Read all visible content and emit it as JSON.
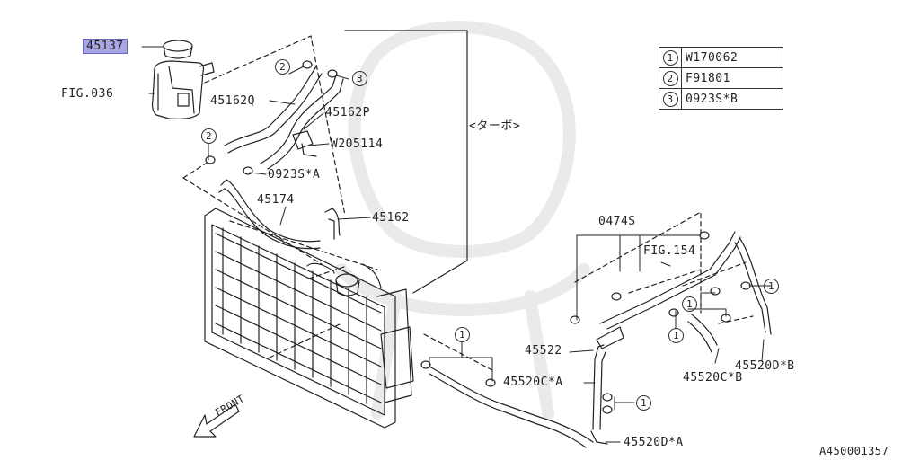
{
  "labels": {
    "highlighted_part": "45137",
    "fig036": "FIG.036",
    "p45162Q": "45162Q",
    "p45162P": "45162P",
    "w205114": "W205114",
    "p0923SA": "0923S*A",
    "p45174": "45174",
    "p45162": "45162",
    "turbo": "<ターボ>",
    "p0474S": "0474S",
    "fig154": "FIG.154",
    "p45522": "45522",
    "p45520CA": "45520C*A",
    "p45520CB": "45520C*B",
    "p45520DB": "45520D*B",
    "p45520DA": "45520D*A",
    "front": "FRONT",
    "diagram_id": "A450001357"
  },
  "callouts": {
    "c1": "1",
    "c2": "2",
    "c3": "3"
  },
  "legend": [
    {
      "num": "1",
      "code": "W170062"
    },
    {
      "num": "2",
      "code": "F91801"
    },
    {
      "num": "3",
      "code": "0923S*B"
    }
  ]
}
